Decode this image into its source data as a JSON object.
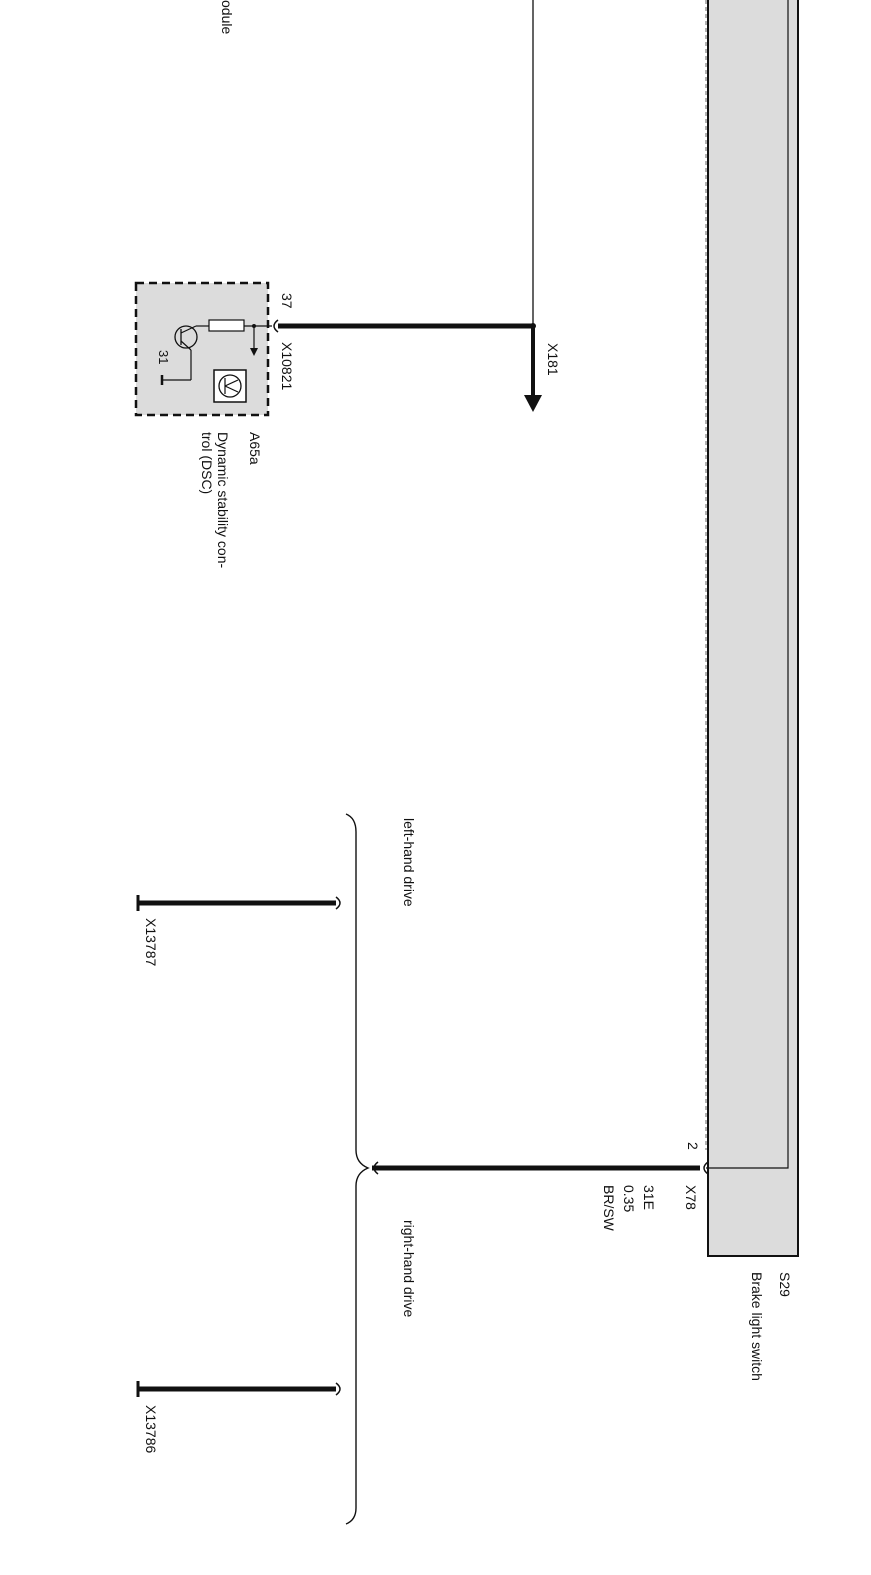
{
  "labels": {
    "module_partial": "odule",
    "dsc_pin": "37",
    "dsc_connector": "X10821",
    "dsc_ground_pin": "31",
    "dsc_id": "A65a",
    "dsc_name_line1": "Dynamic stability con-",
    "dsc_name_line2": "trol (DSC)",
    "splice": "X181",
    "lhd": "left-hand drive",
    "rhd": "right-hand drive",
    "lhd_connector": "X13787",
    "rhd_connector": "X13786",
    "switch_pin": "2",
    "switch_connector": "X78",
    "wire_circuit": "31E",
    "wire_size": "0.35",
    "wire_color": "BR/SW",
    "switch_id": "S29",
    "switch_name": "Brake light switch"
  },
  "colors": {
    "component_fill": "#dcdcdc",
    "line": "#111111"
  }
}
